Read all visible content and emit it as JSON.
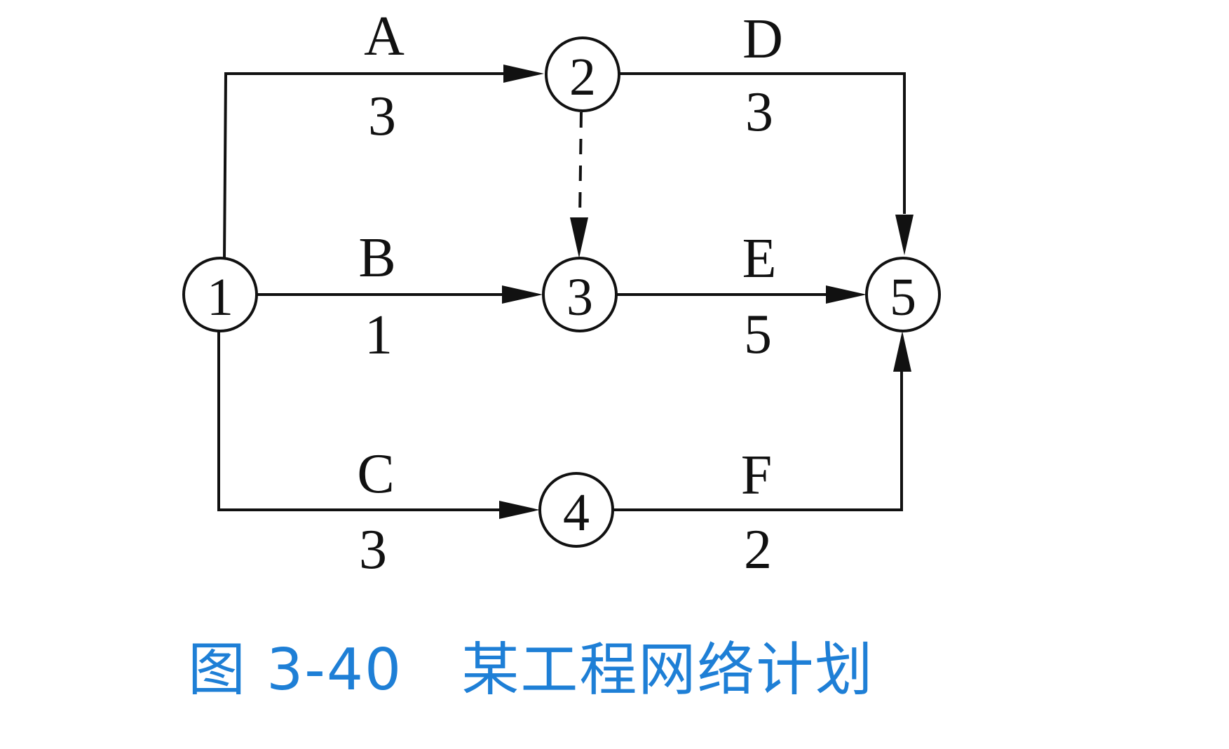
{
  "caption": "图 3-40   某工程网络计划",
  "nodes": [
    {
      "id": "1",
      "label": "1"
    },
    {
      "id": "2",
      "label": "2"
    },
    {
      "id": "3",
      "label": "3"
    },
    {
      "id": "4",
      "label": "4"
    },
    {
      "id": "5",
      "label": "5"
    }
  ],
  "activities": [
    {
      "from": "1",
      "to": "2",
      "label": "A",
      "duration": "3"
    },
    {
      "from": "1",
      "to": "3",
      "label": "B",
      "duration": "1"
    },
    {
      "from": "1",
      "to": "4",
      "label": "C",
      "duration": "3"
    },
    {
      "from": "2",
      "to": "5",
      "label": "D",
      "duration": "3"
    },
    {
      "from": "3",
      "to": "5",
      "label": "E",
      "duration": "5"
    },
    {
      "from": "4",
      "to": "5",
      "label": "F",
      "duration": "2"
    }
  ],
  "dummy_activities": [
    {
      "from": "2",
      "to": "3"
    }
  ],
  "colors": {
    "caption": "#1e7fd6",
    "line": "#111111"
  }
}
